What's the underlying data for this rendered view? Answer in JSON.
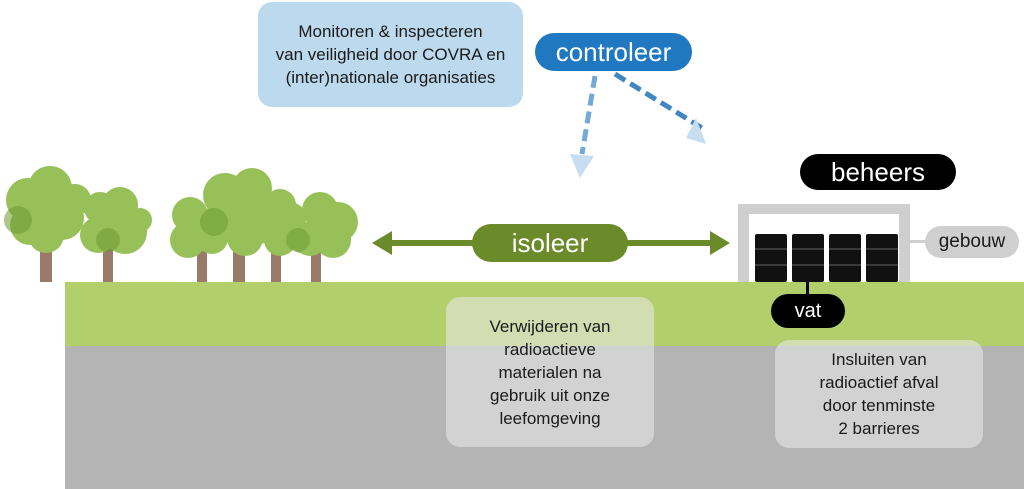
{
  "labels": {
    "controleer": "controleer",
    "isoleer": "isoleer",
    "beheers": "beheers",
    "vat": "vat",
    "gebouw": "gebouw"
  },
  "boxes": {
    "monitoring": "Monitoren & inspecteren\nvan veiligheid door COVRA en\n(inter)nationale organisaties",
    "removal": "Verwijderen van\nradioactieve\nmaterialen na\ngebruik uit onze\nleefomgeving",
    "containment": "Insluiten van\nradioactief afval\ndoor tenminste\n2 barrieres"
  },
  "colors": {
    "controleer": "#1f78c0",
    "isoleer": "#6b8a2a",
    "beheers": "#000000",
    "ground_green": "#b3cf6c",
    "ground_grey": "#b4b4b4",
    "info_box_blue": "#bcd9ee",
    "tree_foliage": "#98c058",
    "tree_trunk": "#9a7b69"
  },
  "icons": [
    "tree-icon",
    "waste-drum-icon",
    "storage-building-icon",
    "double-arrow-icon",
    "dashed-arrow-icon"
  ]
}
